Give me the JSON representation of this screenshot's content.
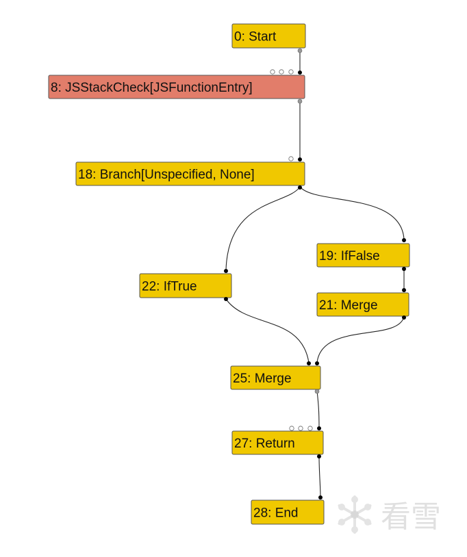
{
  "graph": {
    "nodes": [
      {
        "id": "n0",
        "label": "0: Start",
        "color": "#F0C800"
      },
      {
        "id": "n8",
        "label": "8: JSStackCheck[JSFunctionEntry]",
        "color": "#E27D6A"
      },
      {
        "id": "n18",
        "label": "18: Branch[Unspecified, None]",
        "color": "#F0C800"
      },
      {
        "id": "n19",
        "label": "19: IfFalse",
        "color": "#F0C800"
      },
      {
        "id": "n22",
        "label": "22: IfTrue",
        "color": "#F0C800"
      },
      {
        "id": "n21",
        "label": "21: Merge",
        "color": "#F0C800"
      },
      {
        "id": "n25",
        "label": "25: Merge",
        "color": "#F0C800"
      },
      {
        "id": "n27",
        "label": "27: Return",
        "color": "#F0C800"
      },
      {
        "id": "n28",
        "label": "28: End",
        "color": "#F0C800"
      }
    ],
    "edges": [
      {
        "from": "n0",
        "to": "n8"
      },
      {
        "from": "n8",
        "to": "n18"
      },
      {
        "from": "n18",
        "to": "n22"
      },
      {
        "from": "n18",
        "to": "n19"
      },
      {
        "from": "n19",
        "to": "n21"
      },
      {
        "from": "n22",
        "to": "n25"
      },
      {
        "from": "n21",
        "to": "n25"
      },
      {
        "from": "n25",
        "to": "n27"
      },
      {
        "from": "n27",
        "to": "n28"
      }
    ]
  },
  "watermark": {
    "text": "看雪",
    "icon": "snowflake-icon"
  }
}
